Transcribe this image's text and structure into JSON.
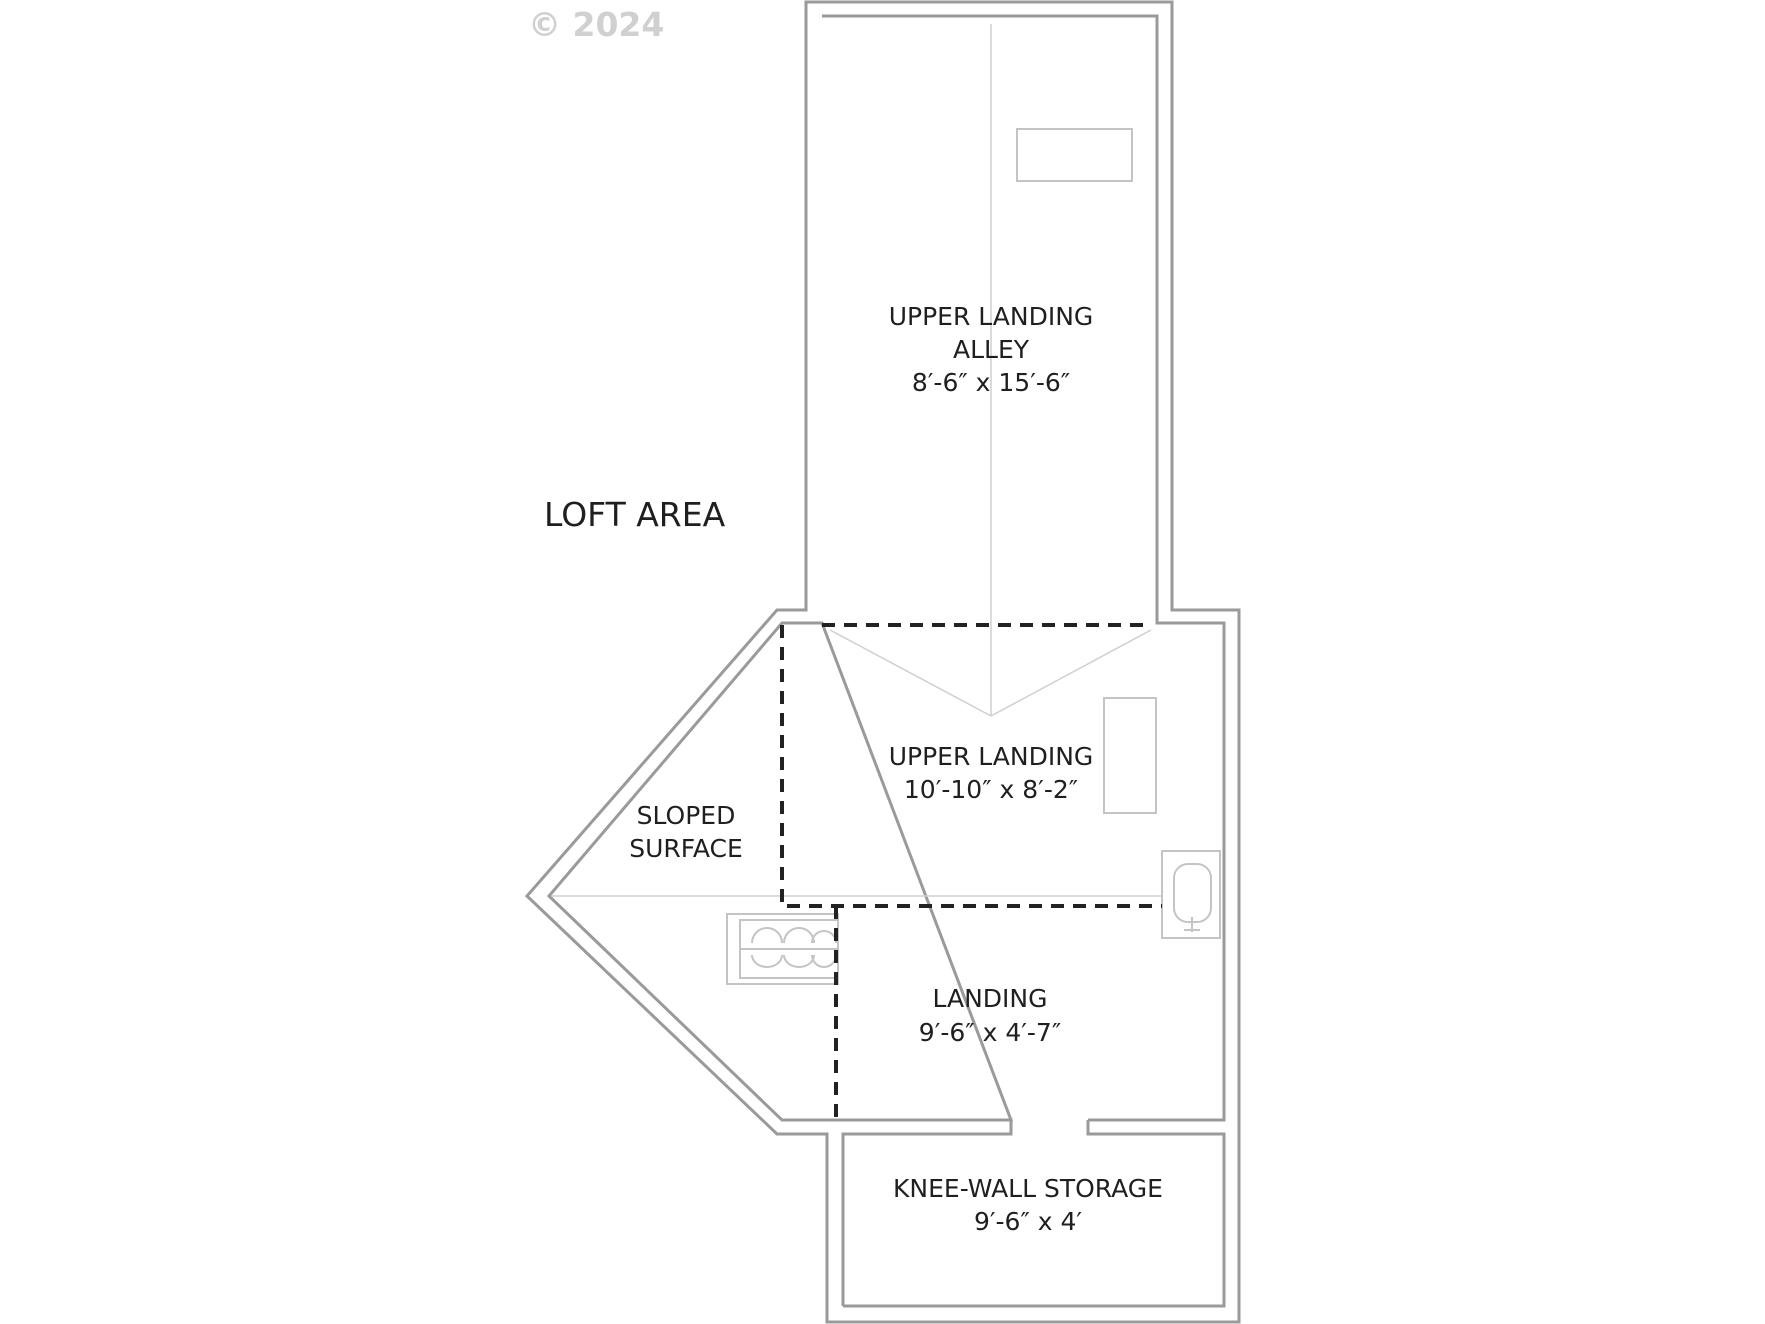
{
  "copyright": "© 2024",
  "area_title": "LOFT AREA",
  "rooms": {
    "upper_landing_alley": {
      "line1": "UPPER LANDING",
      "line2": "ALLEY",
      "size": "8′-6″ x 15′-6″"
    },
    "upper_landing": {
      "line1": "UPPER LANDING",
      "size": "10′-10″ x 8′-2″"
    },
    "sloped_surface": {
      "line1": "SLOPED",
      "line2": "SURFACE"
    },
    "landing": {
      "line1": "LANDING",
      "size": "9′-6″ x 4′-7″"
    },
    "knee_wall_storage": {
      "line1": "KNEE-WALL STORAGE",
      "size": "9′-6″ x 4′"
    }
  },
  "colors": {
    "wall": "#9a9a9a",
    "text": "#1f1f1f",
    "dashed_line": "#222222"
  }
}
